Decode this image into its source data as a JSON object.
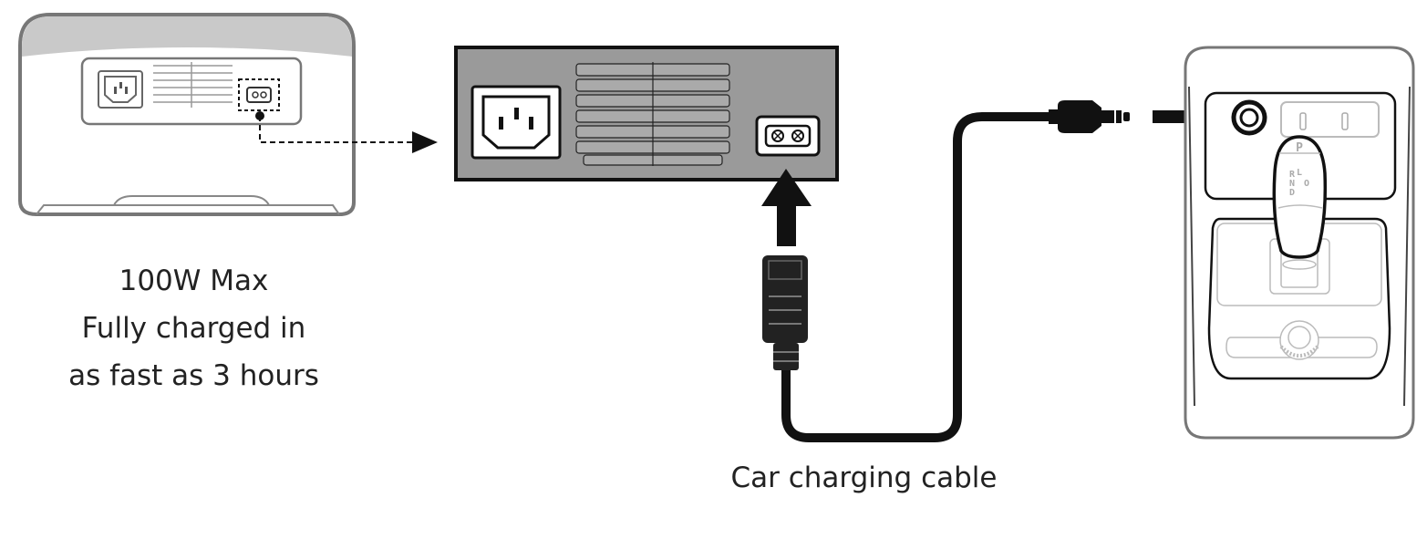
{
  "station_caption": {
    "line1": "100W Max",
    "line2": "Fully charged in",
    "line3": "as fast as 3 hours"
  },
  "cable_caption": "Car charging cable",
  "shifter": {
    "park": "P",
    "r": "R",
    "n": "N",
    "d": "D",
    "l": "L",
    "o": "O"
  },
  "colors": {
    "panel_gray": "#9a9a9a",
    "line": "#111111",
    "light_line": "#b5b5b5"
  }
}
